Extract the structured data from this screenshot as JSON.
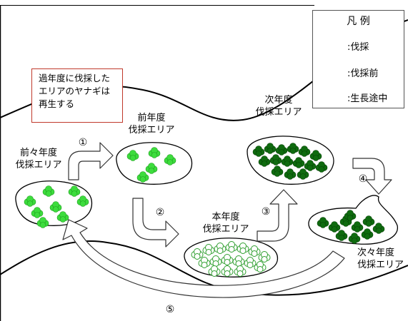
{
  "note": {
    "lines": [
      "過年度に伐採した",
      "エリアのヤナギは",
      "再生する"
    ],
    "border_color": "#c0392b"
  },
  "areas": {
    "before_last": [
      "前々年度",
      "伐採エリア"
    ],
    "last": [
      "前年度",
      "伐採エリア"
    ],
    "current": [
      "本年度",
      "伐採エリア"
    ],
    "next": [
      "次年度",
      "伐採エリア"
    ],
    "after_next": [
      "次々年度",
      "伐採エリア"
    ]
  },
  "steps": [
    "①",
    "②",
    "③",
    "④",
    "⑤"
  ],
  "legend": {
    "title": "凡 例",
    "items": [
      {
        "icon": "cut-tree-outline-icon",
        "label": ":伐採"
      },
      {
        "icon": "dense-tree-dark-icon",
        "label": ":伐採前"
      },
      {
        "icon": "growing-tree-light-icon",
        "label": ":生長途中"
      }
    ]
  },
  "colors": {
    "growing": "#3ddc3d",
    "dense": "#0f6b0f",
    "cut_outline": "#2e9e2e"
  }
}
